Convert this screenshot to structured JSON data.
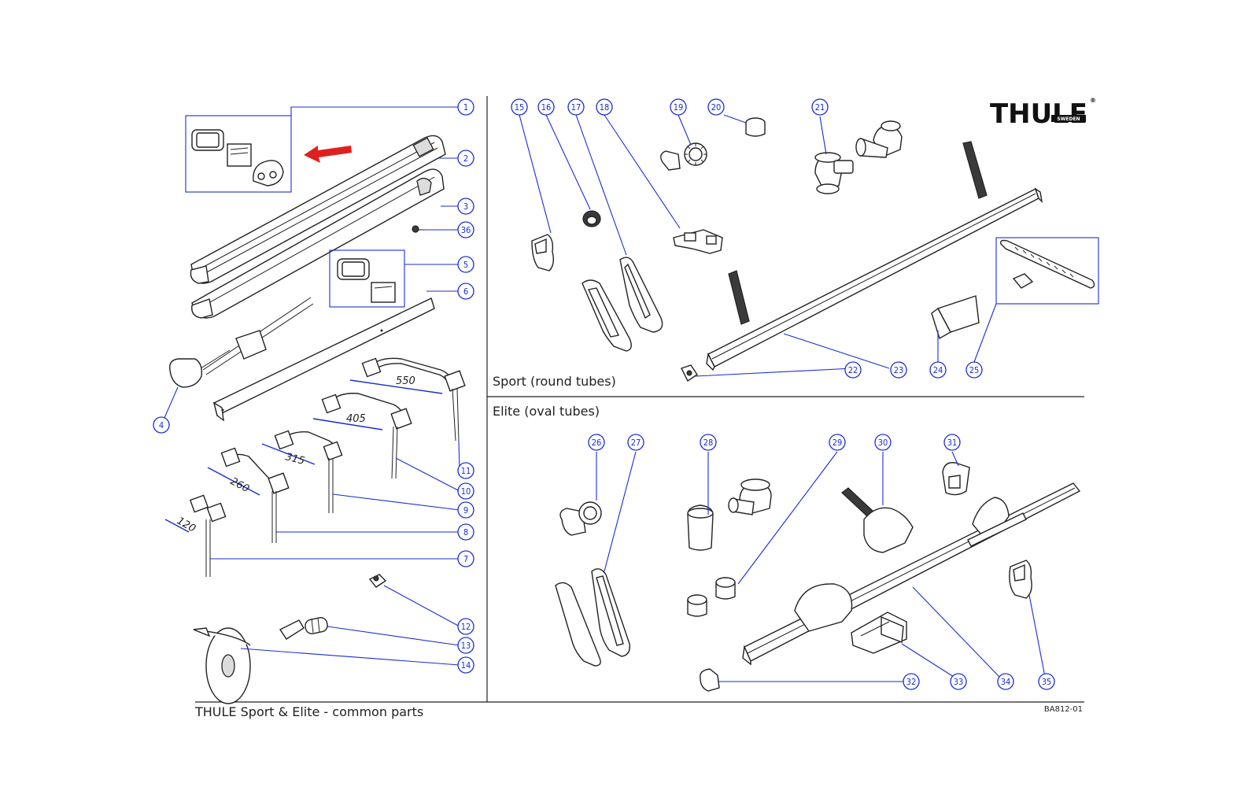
{
  "sections": {
    "sport_label": "Sport (round tubes)",
    "elite_label": "Elite (oval tubes)",
    "common_label": "THULE Sport & Elite - common parts"
  },
  "logo": {
    "brand": "THULE",
    "sub": "SWEDEN",
    "registered": "®"
  },
  "document_number": "BA812-01",
  "dimensions": [
    "550",
    "405",
    "315",
    "260",
    "120"
  ],
  "callouts": [
    "1",
    "2",
    "3",
    "4",
    "5",
    "6",
    "7",
    "8",
    "9",
    "10",
    "11",
    "12",
    "13",
    "14",
    "15",
    "16",
    "17",
    "18",
    "19",
    "20",
    "21",
    "22",
    "23",
    "24",
    "25",
    "26",
    "27",
    "28",
    "29",
    "30",
    "31",
    "32",
    "33",
    "34",
    "35",
    "36"
  ],
  "colors": {
    "callout": "#1a2dd6",
    "arrow": "#e02020",
    "line": "#222222"
  },
  "icons": {
    "highlight_arrow": "red-left-arrow"
  }
}
